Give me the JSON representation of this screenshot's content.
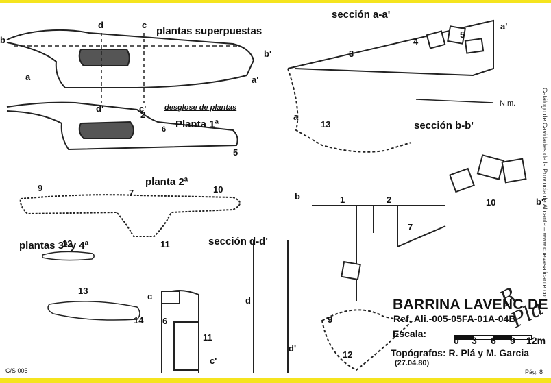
{
  "labels": {
    "superimposed": "plantas superpuestas",
    "section_aa": "sección a-a'",
    "breakdown": "desglose de plantas",
    "plan1": "Planta 1ª",
    "section_bb": "sección b-b'",
    "plan2": "planta 2ª",
    "section_dd": "sección d-d'",
    "plans34": "plantas 3ª y 4ª"
  },
  "markers": {
    "a": "a",
    "a_prime": "a'",
    "b": "b",
    "b_prime": "b'",
    "c": "c",
    "c_prime": "c'",
    "d": "d",
    "d_prime": "d'",
    "north": "N.m."
  },
  "points": {
    "p1": "1",
    "p2": "2",
    "p3": "3",
    "p4": "4",
    "p5": "5",
    "p6": "6",
    "p7": "7",
    "p9": "9",
    "p10": "10",
    "p11": "11",
    "p12": "12",
    "p13": "13",
    "p14": "14"
  },
  "title_block": {
    "name": "BARRINA LAVENC DE",
    "ref": "Ref. Ali.-005-05FA-01A-04B",
    "scale_label": "Escala:",
    "ticks": [
      "0",
      "3",
      "6",
      "9",
      "12m"
    ],
    "surveyors": "Topógrafos: R. Plá y M. Garcia",
    "date": "(27.04.80)"
  },
  "side_text": "Catálogo de Cavidades de la Provincia de Alicante – www.cuevasalicante.com",
  "footer": {
    "code": "C/S 005",
    "page": "Pág. 8"
  }
}
